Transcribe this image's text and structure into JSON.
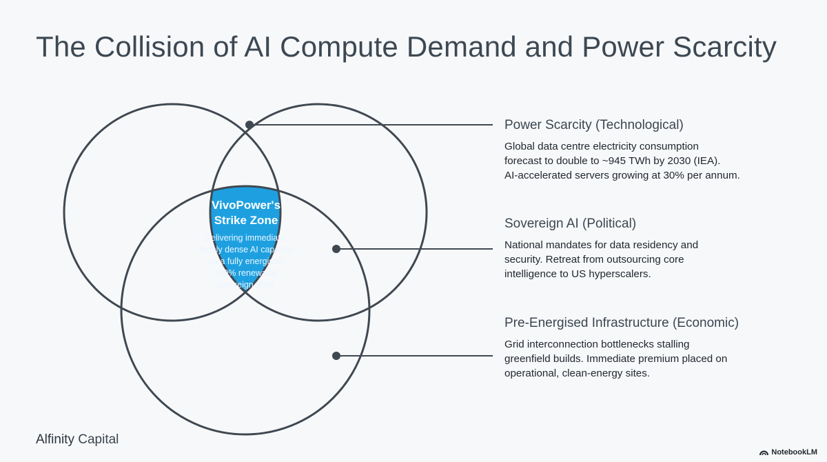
{
  "title": "The Collision of AI Compute Demand and Power Scarcity",
  "strike_zone": {
    "title_line1": "VivoPower's",
    "title_line2": "Strike Zone",
    "description_lines": [
      "Delivering immediate,",
      "highly dense AI capacity",
      "via a fully energised,",
      "100% renewable",
      "sovereign shell."
    ],
    "fill_color": "#1ea0e0"
  },
  "callouts": [
    {
      "title": "Power Scarcity (Technological)",
      "lines": [
        "Global data centre electricity consumption",
        "forecast to double to ~945 TWh by 2030 (IEA).",
        "AI-accelerated servers growing at 30% per annum."
      ]
    },
    {
      "title": "Sovereign AI (Political)",
      "lines": [
        "National mandates for data residency and",
        "security. Retreat from outsourcing core",
        "intelligence to US hyperscalers."
      ]
    },
    {
      "title": "Pre-Energised Infrastructure (Economic)",
      "lines": [
        "Grid interconnection bottlenecks stalling",
        "greenfield builds. Immediate premium placed on",
        "operational, clean-energy sites."
      ]
    }
  ],
  "brand": {
    "strong": "Alfinity",
    "rest": " Capital"
  },
  "watermark": "NotebookLM",
  "colors": {
    "circle_stroke": "#3f4850",
    "connector": "#3f4850",
    "zone_fill": "#1ea0e0"
  }
}
